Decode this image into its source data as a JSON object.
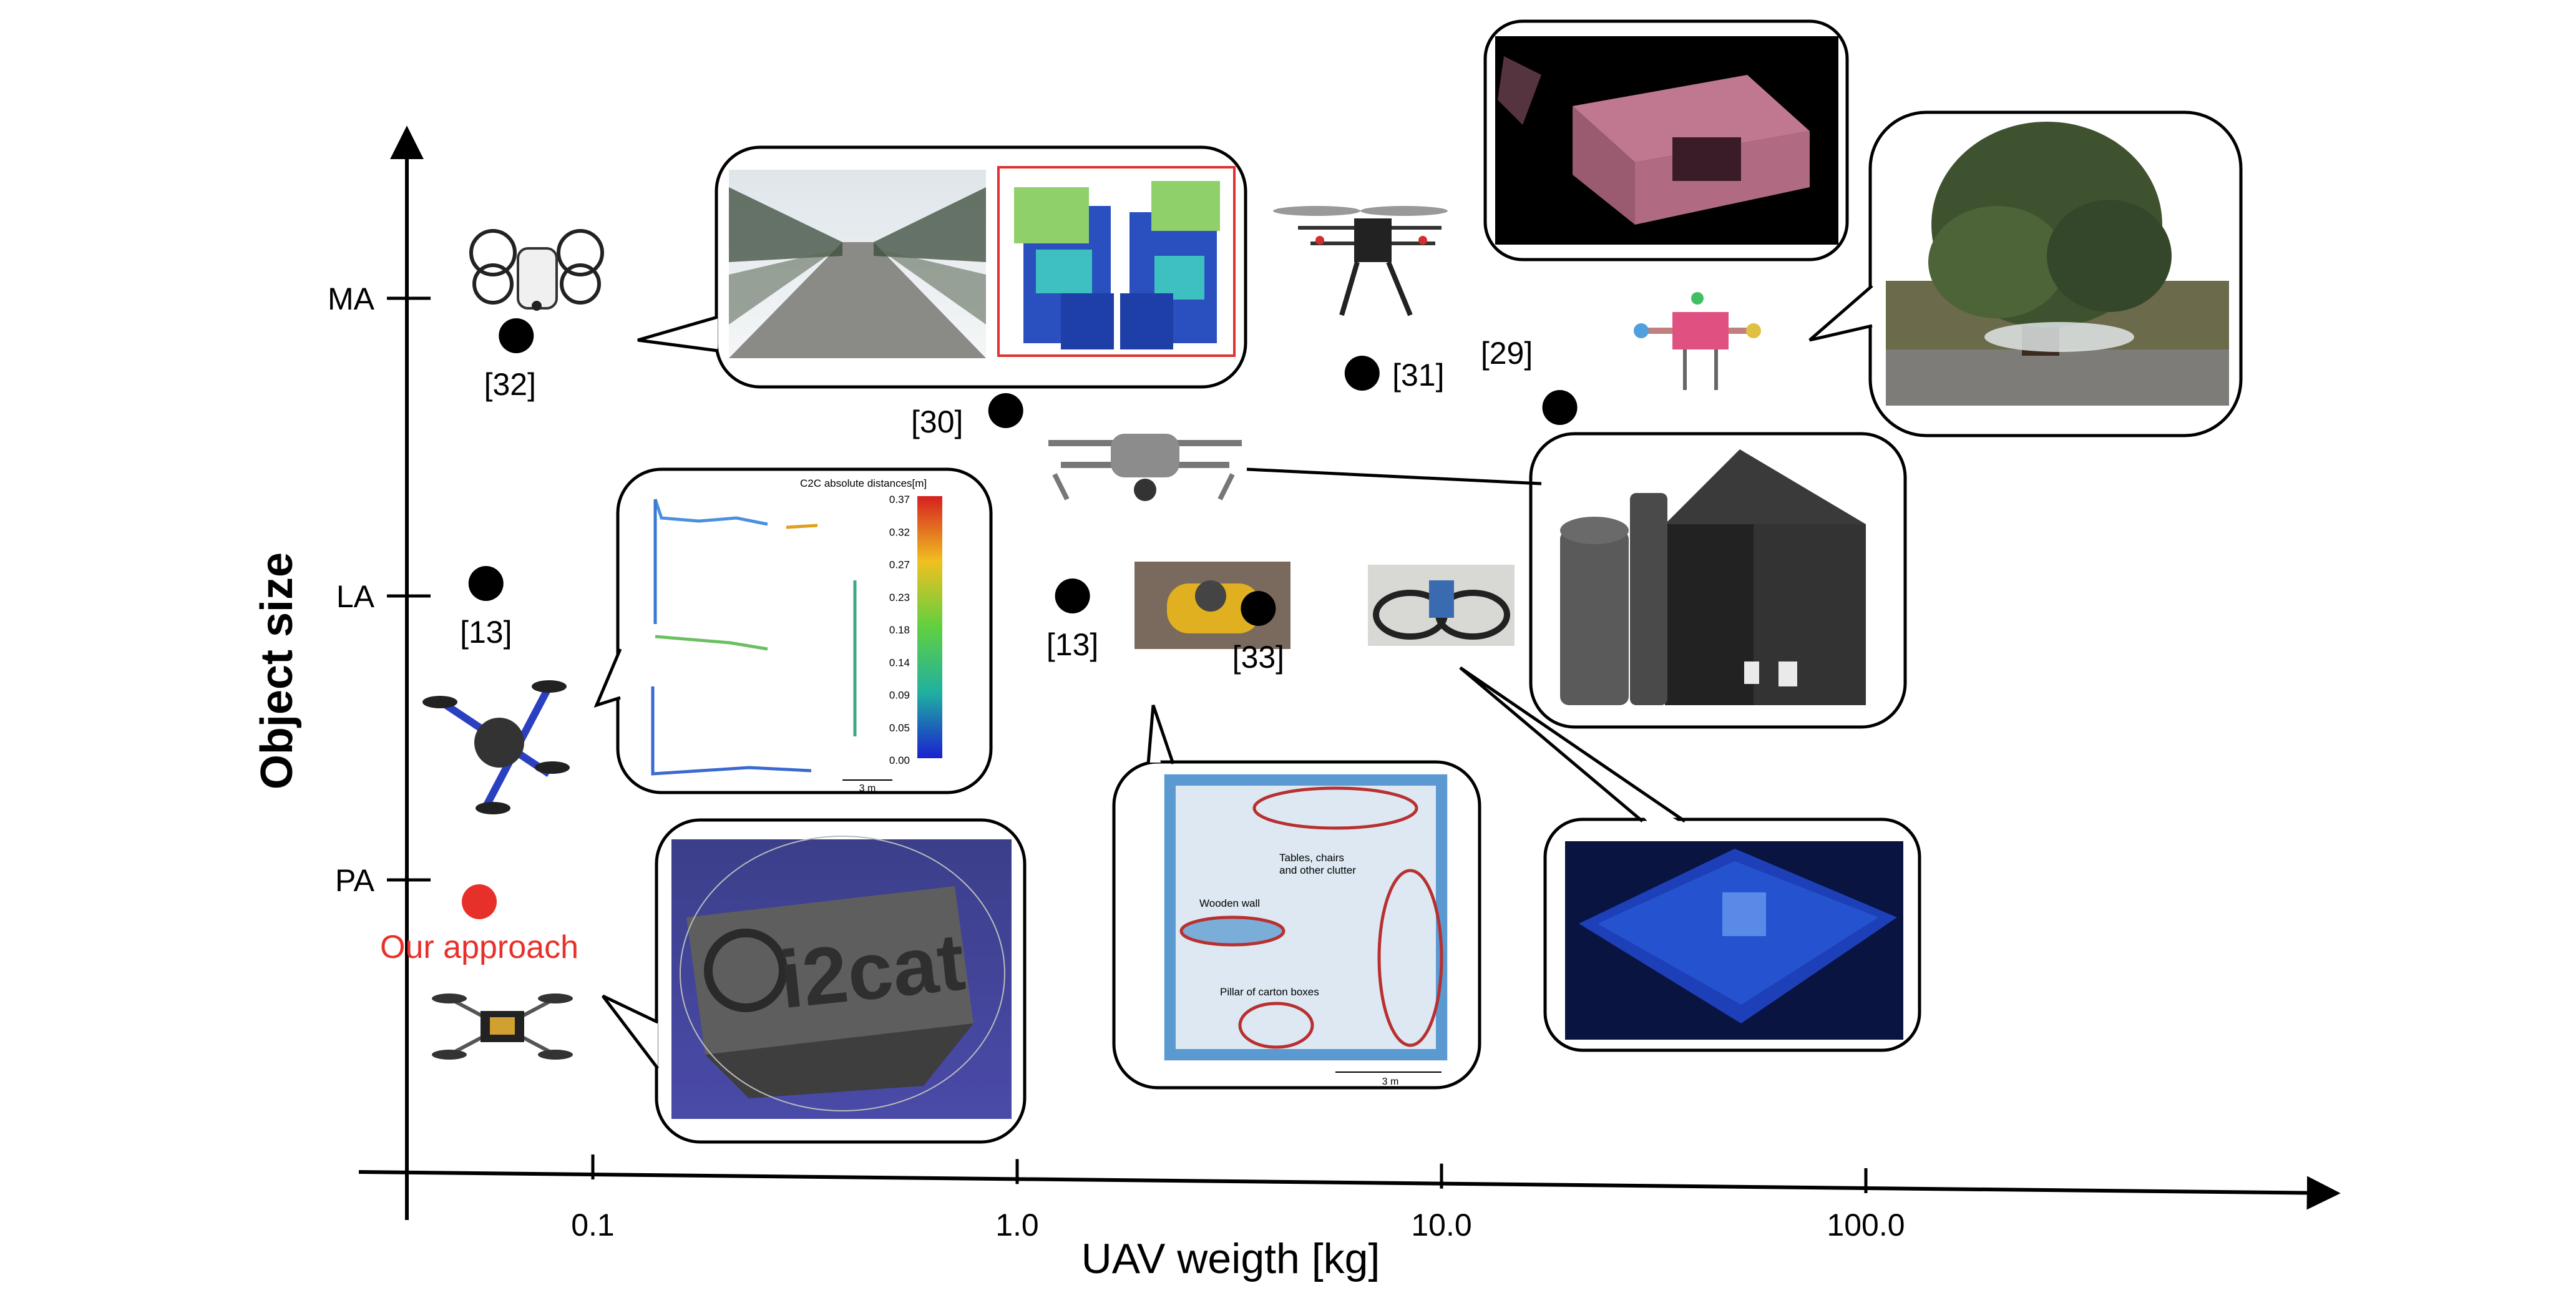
{
  "chart_data": {
    "type": "scatter",
    "xlabel": "UAV weigth [kg]",
    "ylabel": "Object size",
    "x_scale": "log",
    "x_ticks": [
      {
        "value": 0.1,
        "label": "0.1"
      },
      {
        "value": 1.0,
        "label": "1.0"
      },
      {
        "value": 10.0,
        "label": "10.0"
      },
      {
        "value": 100.0,
        "label": "100.0"
      }
    ],
    "y_categories": [
      "PA",
      "LA",
      "MA"
    ],
    "points": [
      {
        "label": "[32]",
        "x": 0.066,
        "y": "MA",
        "color": "#000000"
      },
      {
        "label": "[30]",
        "x": 0.94,
        "y": "MA",
        "color": "#000000"
      },
      {
        "label": "[31]",
        "x": 6.5,
        "y": "MA",
        "color": "#000000"
      },
      {
        "label": "[29]",
        "x": 19.0,
        "y": "MA",
        "color": "#000000"
      },
      {
        "label": "[13]",
        "x": 0.056,
        "y": "LA",
        "color": "#000000"
      },
      {
        "label": "[13]",
        "x": 1.35,
        "y": "LA",
        "color": "#000000"
      },
      {
        "label": "[33]",
        "x": 3.7,
        "y": "LA",
        "color": "#000000"
      },
      {
        "label": "Our approach",
        "x": 0.054,
        "y": "PA",
        "color": "#e8302a"
      }
    ],
    "inset_texts": {
      "colorbar_title": "C2C absolute distances[m]",
      "colorbar_ticks": [
        "0.37",
        "0.32",
        "0.27",
        "0.23",
        "0.18",
        "0.14",
        "0.09",
        "0.05",
        "0.00"
      ],
      "scale_bar": "3 m",
      "map_labels": [
        "Tables, chairs",
        "and other clutter",
        "Wooden wall",
        "Pillar of carton boxes"
      ],
      "map_scale": "3 m",
      "logo_text": "i2cat"
    }
  }
}
